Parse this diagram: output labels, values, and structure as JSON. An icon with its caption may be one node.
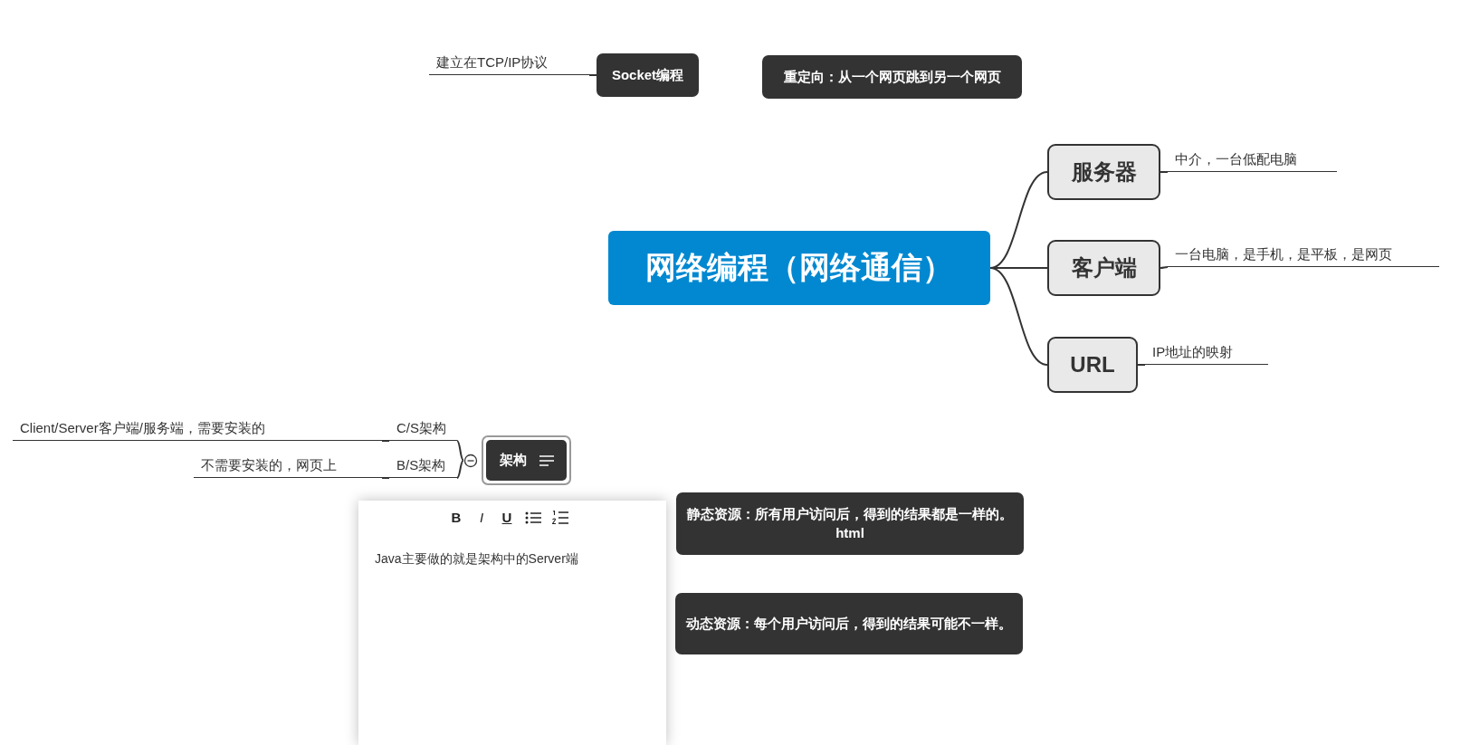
{
  "diagram": {
    "nodes": [
      {
        "text": [
          "网络编程（网络通信）"
        ]
      },
      {
        "text": [
          "服务器"
        ]
      },
      {
        "text": [
          "中介，一台低配电脑"
        ]
      },
      {
        "text": [
          "客户端"
        ]
      },
      {
        "text": [
          "一台电脑，是手机，是平板，是网页"
        ]
      },
      {
        "text": [
          "URL"
        ]
      },
      {
        "text": [
          "IP地址的映射"
        ]
      },
      {
        "text": [
          "架构"
        ]
      },
      {
        "text": [
          "C/S架构"
        ]
      },
      {
        "text": [
          "Client/Server客户端/服务端，需要安装的"
        ]
      },
      {
        "text": [
          "B/S架构"
        ]
      },
      {
        "text": [
          "不需要安装的，网页上"
        ]
      },
      {
        "text": [
          "Socket编程"
        ]
      },
      {
        "text": [
          "建立在TCP/IP协议"
        ]
      },
      {
        "text": [
          "重定向：从一个网页跳到另一个网页"
        ]
      },
      {
        "text": [
          "静态资源：所有用户访问后，得到的结果都是一样的。html"
        ]
      },
      {
        "text": [
          "动态资源：每个用户访问后，得到的结果可能不一样。"
        ]
      },
      {
        "text": [
          "Java主要做的就是架构中的Server端"
        ]
      }
    ],
    "edges": [
      {
        "from": 0,
        "to": 1,
        "arrow": "none"
      },
      {
        "from": 0,
        "to": 3,
        "arrow": "none"
      },
      {
        "from": 0,
        "to": 5,
        "arrow": "none"
      },
      {
        "from": 1,
        "to": 2,
        "arrow": "none"
      },
      {
        "from": 3,
        "to": 4,
        "arrow": "none"
      },
      {
        "from": 5,
        "to": 6,
        "arrow": "none"
      },
      {
        "from": 7,
        "to": 8,
        "arrow": "none"
      },
      {
        "from": 8,
        "to": 9,
        "arrow": "none"
      },
      {
        "from": 7,
        "to": 10,
        "arrow": "none"
      },
      {
        "from": 10,
        "to": 11,
        "arrow": "none"
      },
      {
        "from": 12,
        "to": 13,
        "arrow": "none"
      }
    ],
    "labels": [
      "B",
      "I",
      "U"
    ]
  }
}
